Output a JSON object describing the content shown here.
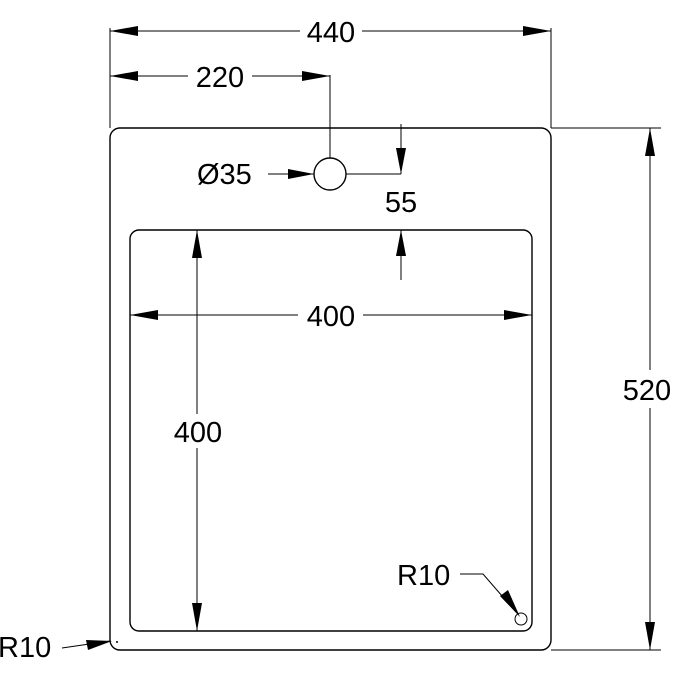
{
  "drawing": {
    "labels": {
      "overall_width": "440",
      "hole_offset": "220",
      "hole_diameter": "Ø35",
      "hole_to_basin": "55",
      "basin_width": "400",
      "basin_height": "400",
      "overall_height": "520",
      "inner_radius": "R10",
      "outer_radius": "R10"
    }
  }
}
